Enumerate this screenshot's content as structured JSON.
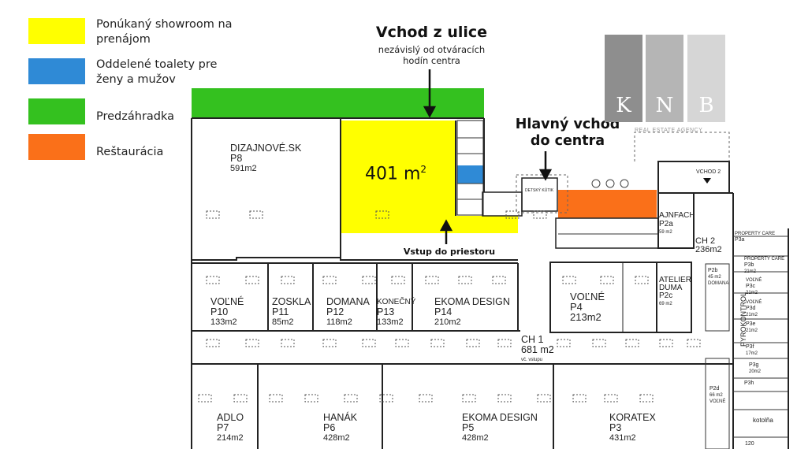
{
  "legend": [
    {
      "label": "Ponúkaný showroom na prenájom",
      "color": "#ffff00"
    },
    {
      "label": "Oddelené toalety pre ženy a mužov",
      "color": "#2f8ad6"
    },
    {
      "label": "Predzáhradka",
      "color": "#34c11f"
    },
    {
      "label": "Reštaurácia",
      "color": "#fa7019"
    }
  ],
  "annotations": {
    "street_entrance_title": "Vchod z ulice",
    "street_entrance_sub1": "nezávislý od otváracích",
    "street_entrance_sub2": "hodín centra",
    "main_entrance_line1": "Hlavný vchod",
    "main_entrance_line2": "do centra",
    "space_entrance": "Vstup do priestoru",
    "showroom_area": "401 m",
    "showroom_area_sup": "2"
  },
  "logo": {
    "letters": [
      "K",
      "N",
      "B"
    ],
    "tagline": "REAL ESTATE AGENCY",
    "colors": [
      "#8e8e8e",
      "#b5b5b5",
      "#d6d6d6"
    ]
  },
  "rooms": {
    "p8": {
      "name": "DIZAJNOVÉ.SK",
      "code": "P8",
      "area": "591m2"
    },
    "p10": {
      "name": "VOĽNÉ",
      "code": "P10",
      "area": "133m2"
    },
    "p11": {
      "name": "ZOSKLA",
      "code": "P11",
      "area": "85m2"
    },
    "p12": {
      "name": "DOMANA",
      "code": "P12",
      "area": "118m2"
    },
    "p13": {
      "name": "KONEČNÝ",
      "code": "P13",
      "area": "133m2"
    },
    "p14": {
      "name": "EKOMA DESIGN",
      "code": "P14",
      "area": "210m2"
    },
    "ch1": {
      "name": "CH 1",
      "area": "681 m2",
      "note": "vč. vstupu"
    },
    "p4": {
      "name": "VOĽNÉ",
      "code": "P4",
      "area": "213m2"
    },
    "p2c": {
      "name": "ATELIER DUMA",
      "code": "P2c",
      "area": "69 m2"
    },
    "p2a": {
      "name": "AJNFACH",
      "code": "P2a",
      "area": "59 m2"
    },
    "ch2": {
      "name": "CH 2",
      "area": "236m2"
    },
    "vchod2": {
      "name": "VCHOD 2"
    },
    "p2b": {
      "code": "P2b",
      "area": "45 m2",
      "name": "DOMANA"
    },
    "p2d": {
      "code": "P2d",
      "area": "66 m2",
      "name": "VOĽNÉ"
    },
    "p3a": {
      "code": "P3a",
      "name": "PROPERTY CARE"
    },
    "p3b": {
      "code": "P3b",
      "area": "21m2",
      "name": "PROPERTY CARE"
    },
    "p3c": {
      "code": "P3c",
      "area": "21m2",
      "name": "VOĽNÉ"
    },
    "p3d": {
      "code": "P3d",
      "area": "21m2",
      "name": "VOĽNÉ"
    },
    "p3e": {
      "code": "P3e",
      "area": "21m2"
    },
    "p3f": {
      "code": "P3f",
      "area": "17m2"
    },
    "p3g": {
      "code": "P3g",
      "area": "20m2"
    },
    "p3h": {
      "code": "P3h"
    },
    "pyrokontrol": {
      "name": "PYROKONTROL"
    },
    "kotolna": {
      "name": "kotolňa"
    },
    "r120": {
      "name": "120"
    },
    "detsky": {
      "name": "DETSKÝ KÚTIK"
    },
    "p7": {
      "name": "ADLO",
      "code": "P7",
      "area": "214m2"
    },
    "p6": {
      "name": "HANÁK",
      "code": "P6",
      "area": "428m2"
    },
    "p5": {
      "name": "EKOMA DESIGN",
      "code": "P5",
      "area": "428m2"
    },
    "p3": {
      "name": "KORATEX",
      "code": "P3",
      "area": "431m2"
    }
  }
}
